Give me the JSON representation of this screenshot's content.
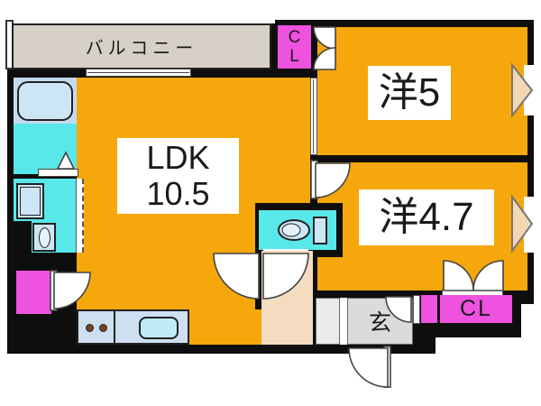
{
  "labels": {
    "balcony": "バルコニー",
    "ldk_name": "LDK",
    "ldk_size": "10.5",
    "room5": "洋5",
    "room47": "洋4.7",
    "entrance": "玄",
    "closet_top_line1": "C",
    "closet_top_line2": "L",
    "closet_bottom": "CL"
  },
  "colors": {
    "orange": "#F6A70B",
    "magenta": "#EE52DF",
    "cyan": "#58E8E9",
    "pale_blue": "#C5DAEE",
    "fixture_blue": "#CDE6F6",
    "counter_blue": "#CDDFF0",
    "sink_blue": "#BEEBF6",
    "balcony_gray": "#D7D0C7",
    "hallway_beige": "#F5DCC1",
    "window_beige": "#F3D6B4",
    "genkan_gray": "#DBDBDB",
    "step_gray": "#EAEAEA",
    "wall": "#0E0E0E",
    "door_stroke": "#444444",
    "burner_brown": "#7A431D"
  }
}
